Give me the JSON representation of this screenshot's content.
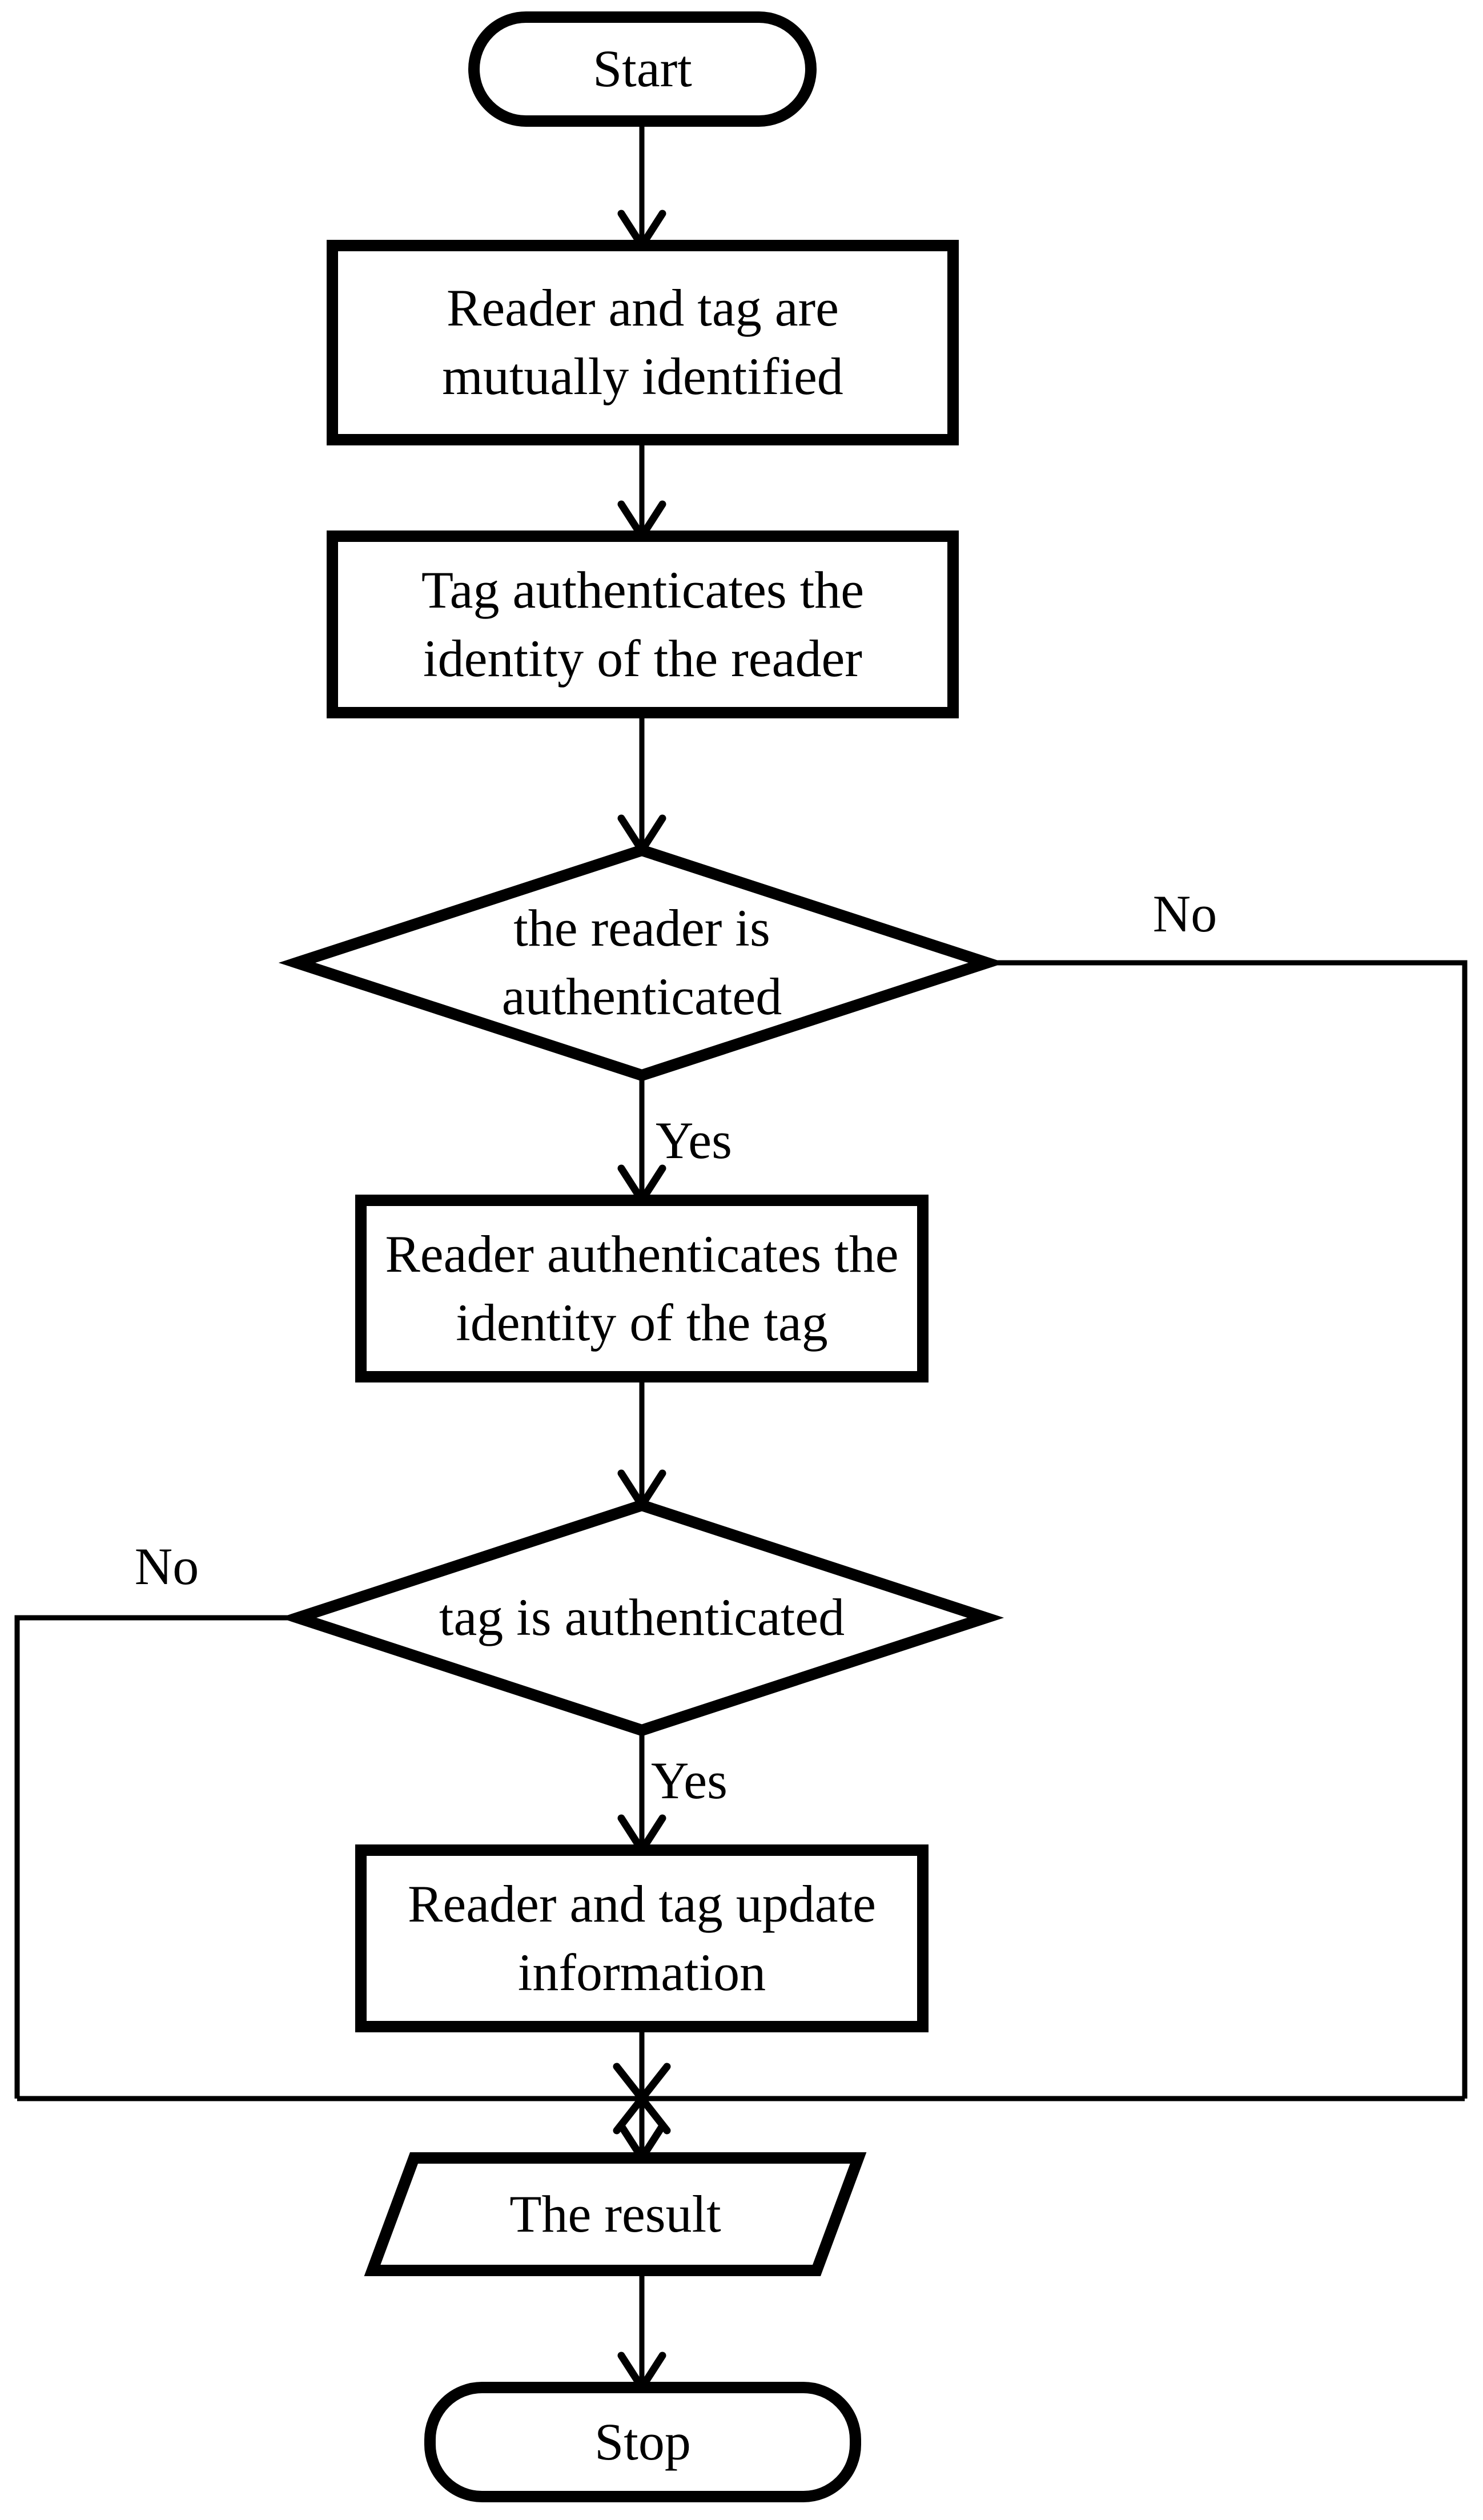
{
  "diagram": {
    "colors": {
      "stroke": "#000000",
      "background": "#ffffff"
    },
    "nodes": [
      {
        "id": "start",
        "type": "terminator",
        "label": "Start",
        "lines": [
          "Start"
        ]
      },
      {
        "id": "mutual-identify",
        "type": "process",
        "label": "Reader and tag are mutually identified",
        "lines": [
          "Reader and tag are",
          "mutually identified"
        ]
      },
      {
        "id": "tag-authenticates",
        "type": "process",
        "label": "Tag authenticates the identity of the reader",
        "lines": [
          "Tag authenticates the",
          "identity of the reader"
        ]
      },
      {
        "id": "reader-authenticated",
        "type": "decision",
        "label": "the reader is authenticated",
        "lines": [
          "the reader is",
          "authenticated"
        ]
      },
      {
        "id": "reader-authenticates",
        "type": "process",
        "label": "Reader authenticates the identity of the tag",
        "lines": [
          "Reader authenticates the",
          "identity of the tag"
        ]
      },
      {
        "id": "tag-authenticated",
        "type": "decision",
        "label": "tag is authenticated",
        "lines": [
          "tag is authenticated"
        ]
      },
      {
        "id": "update-information",
        "type": "process",
        "label": "Reader and tag update information",
        "lines": [
          "Reader and tag update",
          "information"
        ]
      },
      {
        "id": "result",
        "type": "input-output",
        "label": "The result",
        "lines": [
          "The result"
        ]
      },
      {
        "id": "stop",
        "type": "terminator",
        "label": "Stop",
        "lines": [
          "Stop"
        ]
      }
    ],
    "edge_labels": {
      "reader_yes": "Yes",
      "reader_no": "No",
      "tag_yes": "Yes",
      "tag_no": "No"
    }
  }
}
